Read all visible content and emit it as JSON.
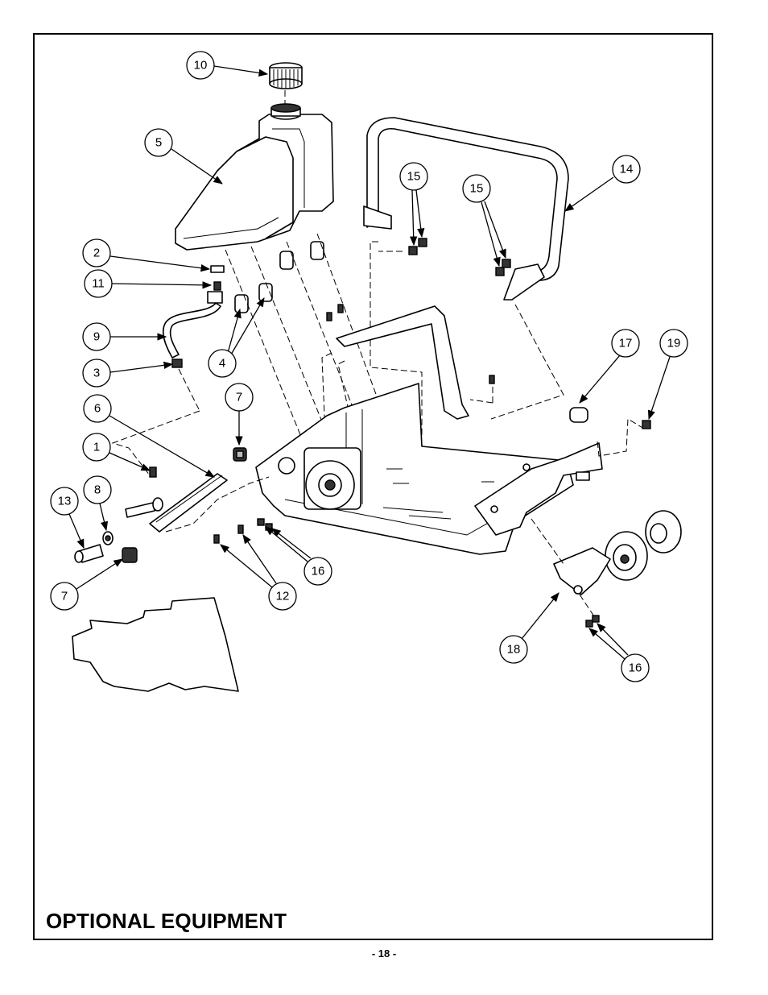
{
  "title": "OPTIONAL EQUIPMENT",
  "page_number": "- 18 -",
  "callouts": {
    "c10": "10",
    "c5": "5",
    "c2": "2",
    "c11": "11",
    "c9": "9",
    "c3": "3",
    "c4": "4",
    "c7a": "7",
    "c6": "6",
    "c1": "1",
    "c13": "13",
    "c8": "8",
    "c7b": "7",
    "c12": "12",
    "c16a": "16",
    "c15a": "15",
    "c15b": "15",
    "c14": "14",
    "c17": "17",
    "c19": "19",
    "c18": "18",
    "c16b": "16"
  }
}
